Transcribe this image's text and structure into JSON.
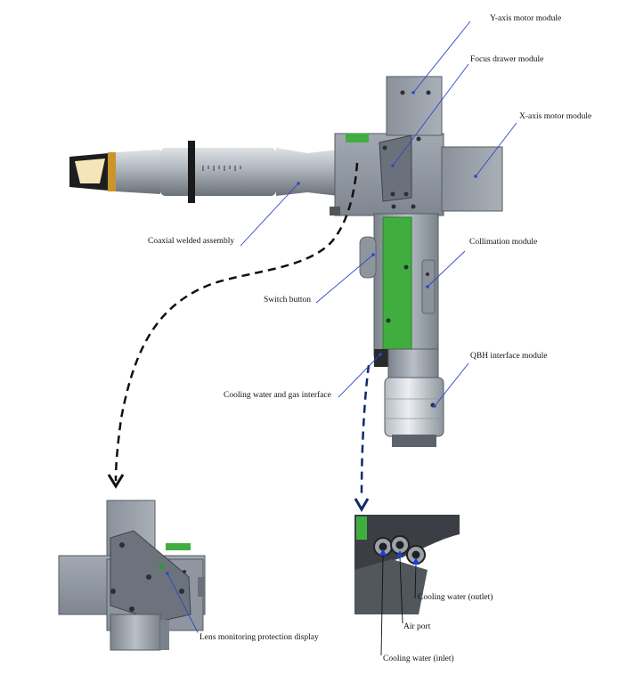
{
  "labels": {
    "y_axis_motor": "Y-axis motor module",
    "focus_drawer": "Focus drawer module",
    "x_axis_motor": "X-axis motor module",
    "coaxial_welded": "Coaxial welded assembly",
    "collimation": "Collimation module",
    "switch_button": "Switch button",
    "qbh_interface": "QBH interface module",
    "cooling_gas_interface": "Cooling water and gas interface",
    "lens_monitoring": "Lens monitoring protection display",
    "cooling_outlet": "Cooling water (outlet)",
    "air_port": "Air port",
    "cooling_inlet": "Cooling water (inlet)"
  },
  "colors": {
    "metal_dark": "#6f7680",
    "metal_mid": "#9aa1aa",
    "metal_light": "#c9ced4",
    "green_panel": "#3fae3f",
    "gold_ring": "#c9962c",
    "leader_line": "#2b48c8",
    "dash_black": "#111111",
    "dash_navy": "#0b2a6b"
  }
}
